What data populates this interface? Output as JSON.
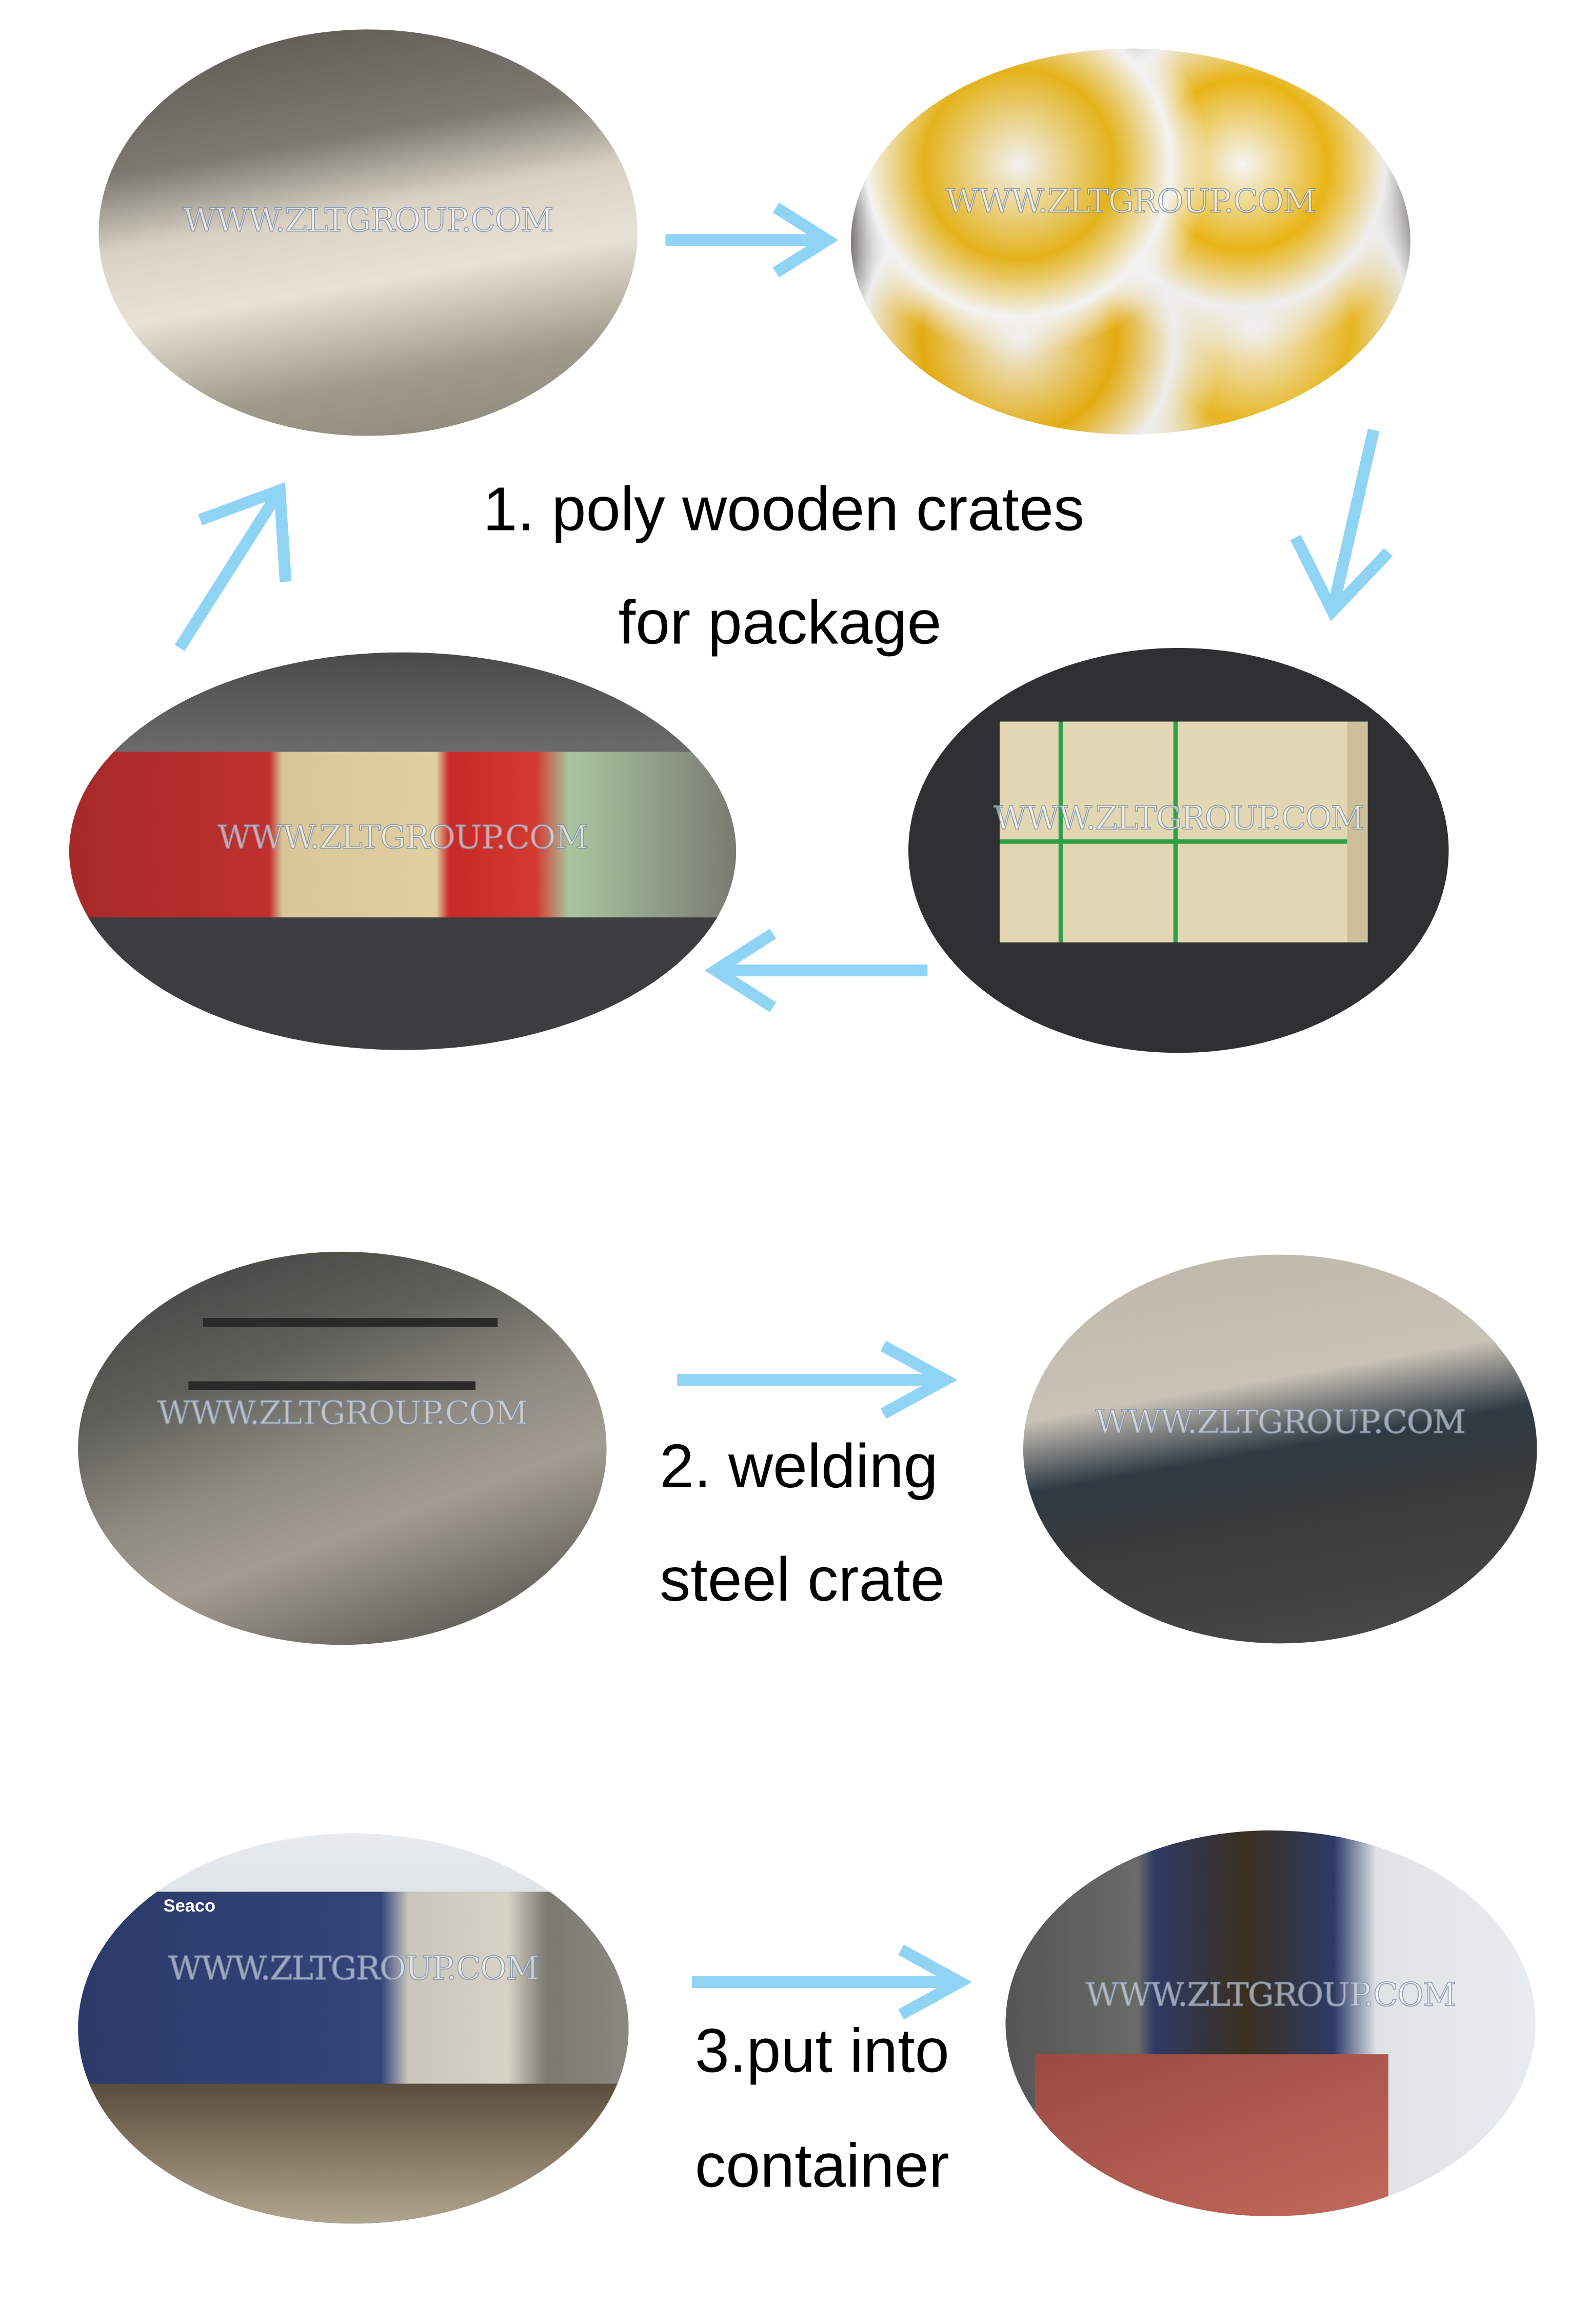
{
  "watermark": "WWW.ZLTGROUP.COM",
  "steps": [
    {
      "line1": "1. poly wooden crates",
      "line2": "for package"
    },
    {
      "line1": "2. welding",
      "line2": "steel crate"
    },
    {
      "line1": "3.put into",
      "line2": "container"
    }
  ],
  "container_brand": "Seaco",
  "colors": {
    "arrow": "#8fd3f5",
    "text": "#000000"
  }
}
